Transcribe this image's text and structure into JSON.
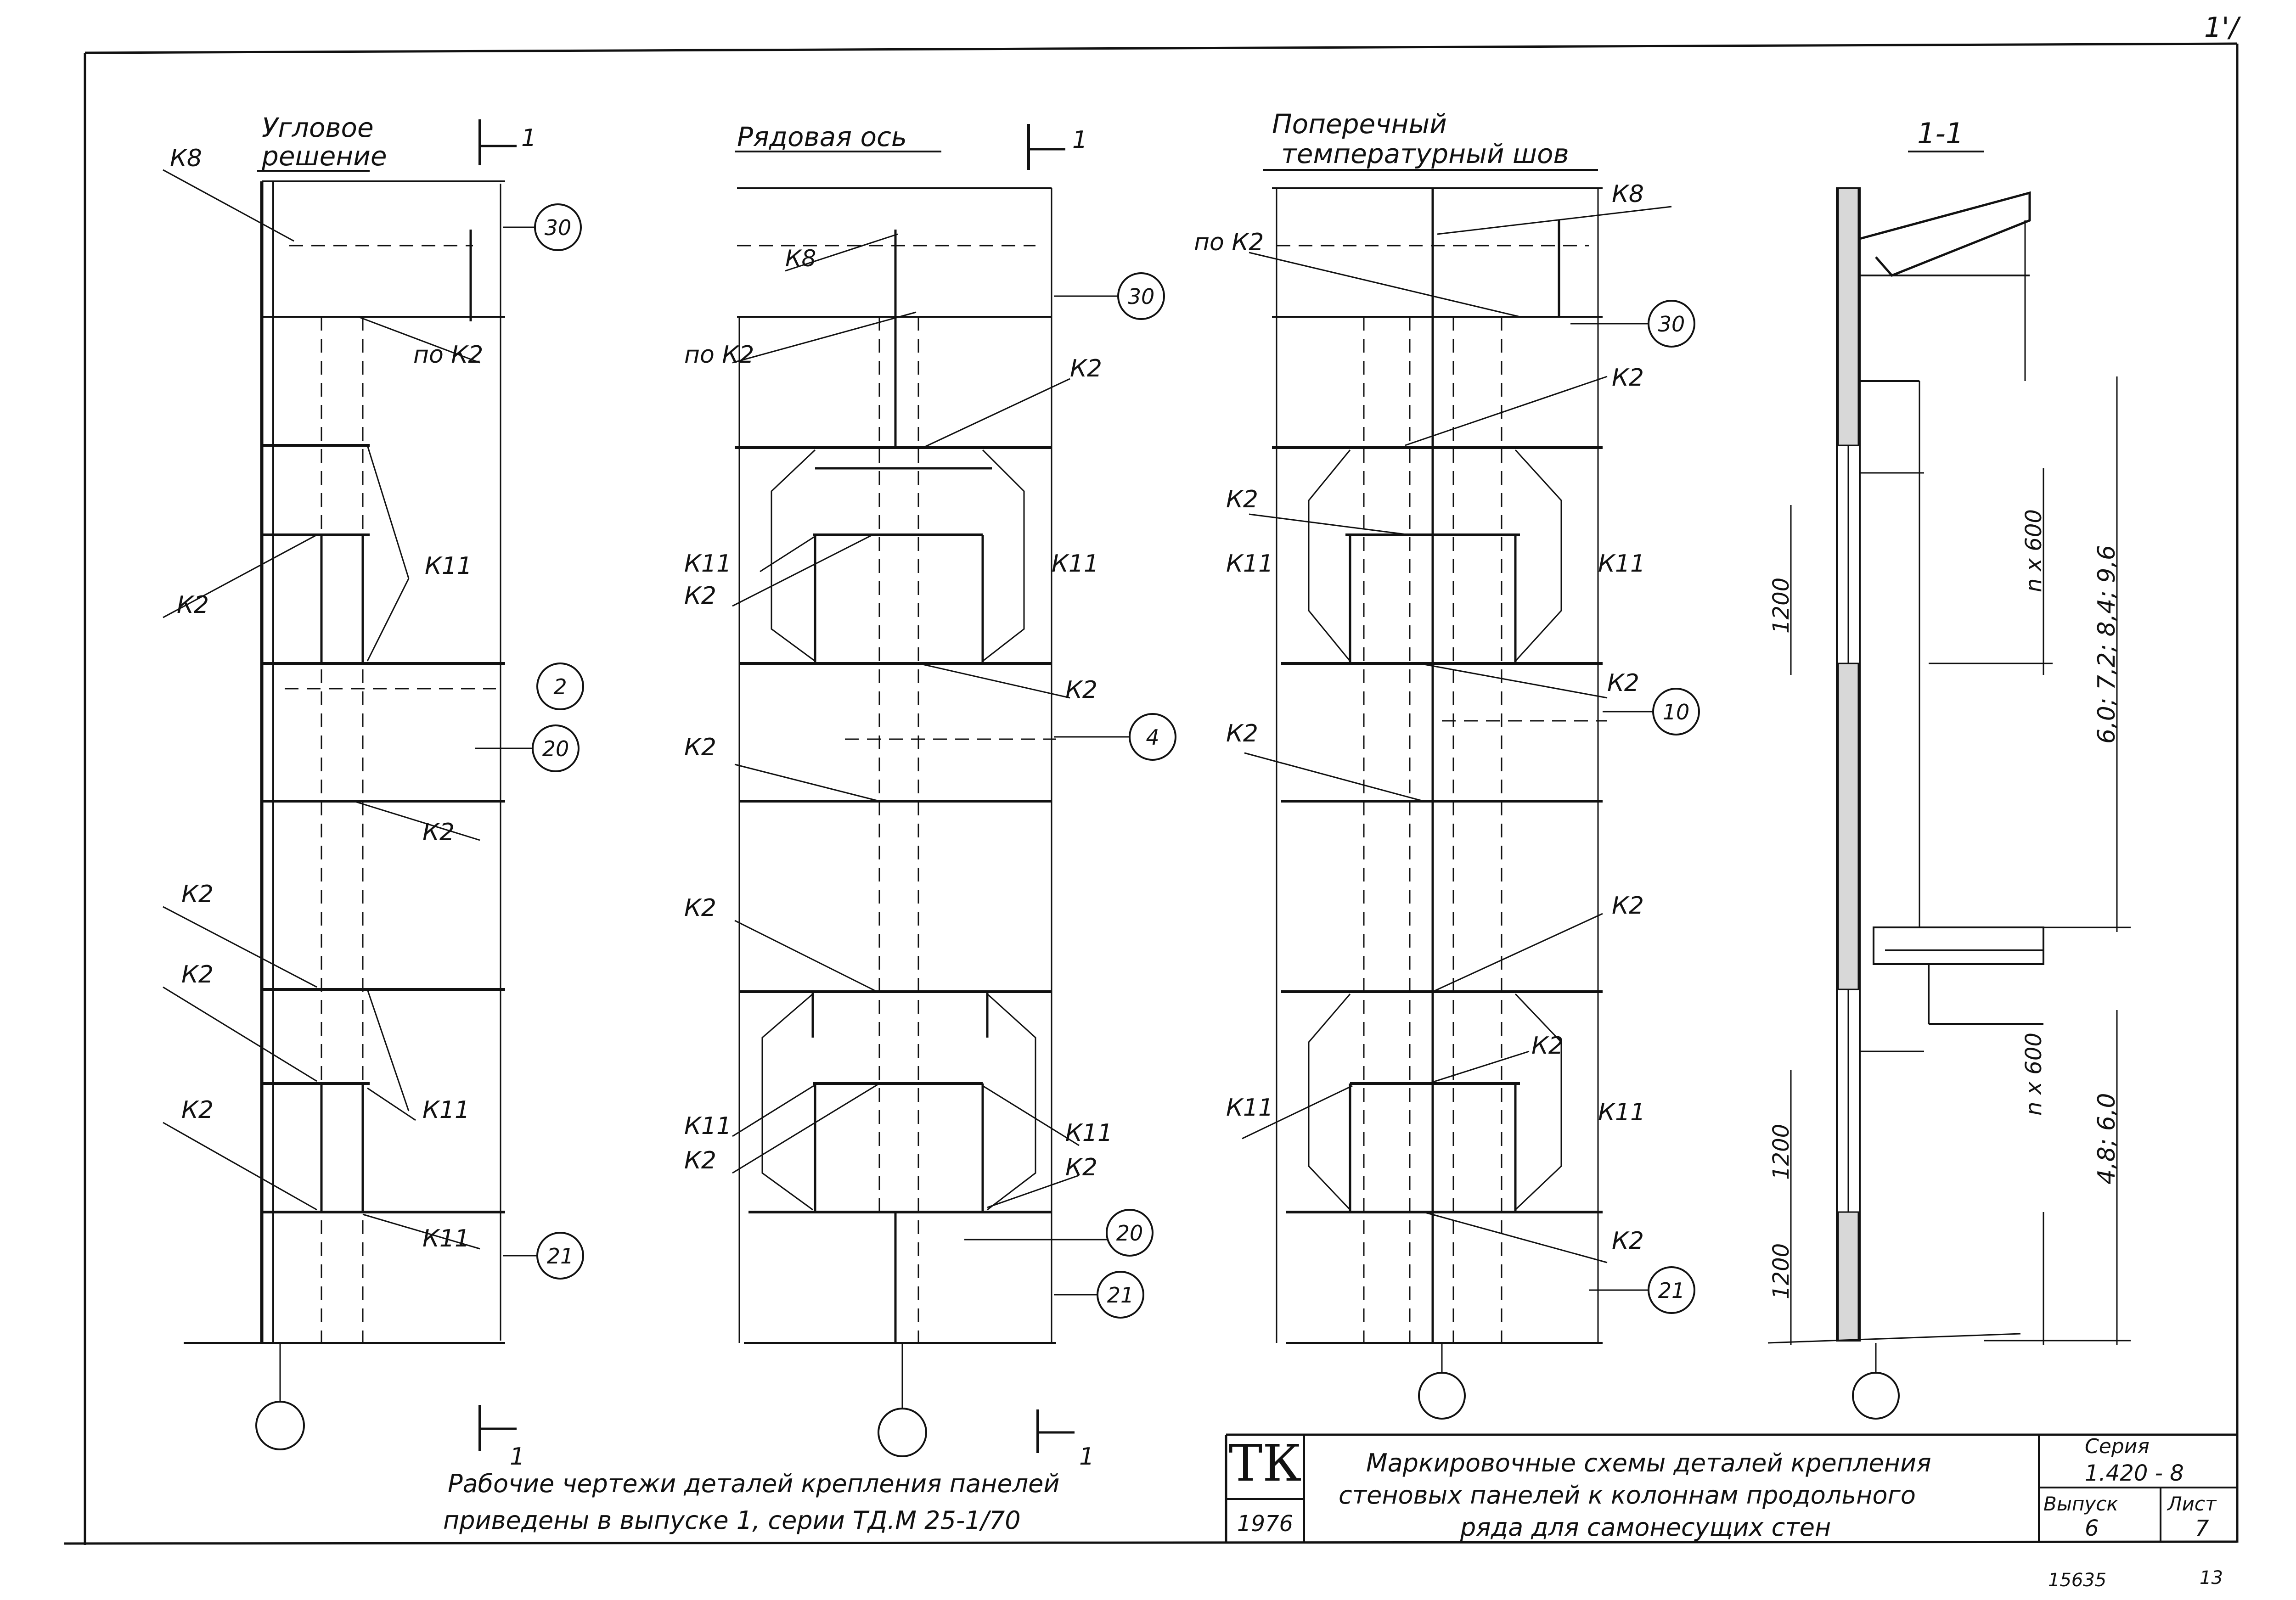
{
  "drawing": {
    "section_marks": {
      "left": "1",
      "right": "1"
    },
    "views": [
      {
        "title_line1": "Угловое",
        "title_line2": "решение"
      },
      {
        "title_line1": "Рядовая  ось",
        "title_line2": ""
      },
      {
        "title_line1": "Поперечный",
        "title_line2": "температурный  шов"
      },
      {
        "title_line1": "1-1",
        "title_line2": ""
      }
    ],
    "labels": {
      "k8": "К8",
      "k2": "К2",
      "po_k2": "по К2",
      "k11": "К11"
    },
    "bubbles": [
      "30",
      "2",
      "20",
      "21",
      "4",
      "10"
    ],
    "dimensions": {
      "d1200": "1200",
      "nx600": "n x 600",
      "heights_top": "6,0;  7,2;  8,4;  9,6",
      "heights_bottom": "4,8;  6,0"
    },
    "note_line1": "Рабочие  чертежи  деталей  крепления   панелей",
    "note_line2": "приведены  в  выпуске  1, серии  ТД.М 25-1/70",
    "corner_marks": {
      "top_right": "1'/",
      "bottom_right": "13"
    }
  },
  "title_block": {
    "org": "ТК",
    "year": "1976",
    "title_line1": "Маркировочные   схемы   деталей   крепления",
    "title_line2": "стеновых  панелей  к  колоннам  продольного",
    "title_line3": "ряда  для  самонесущих  стен",
    "series_label": "Серия",
    "series_value": "1.420 - 8",
    "issue_label": "Выпуск",
    "issue_value": "6",
    "sheet_label": "Лист",
    "sheet_value": "7",
    "archive_number": "15635"
  }
}
